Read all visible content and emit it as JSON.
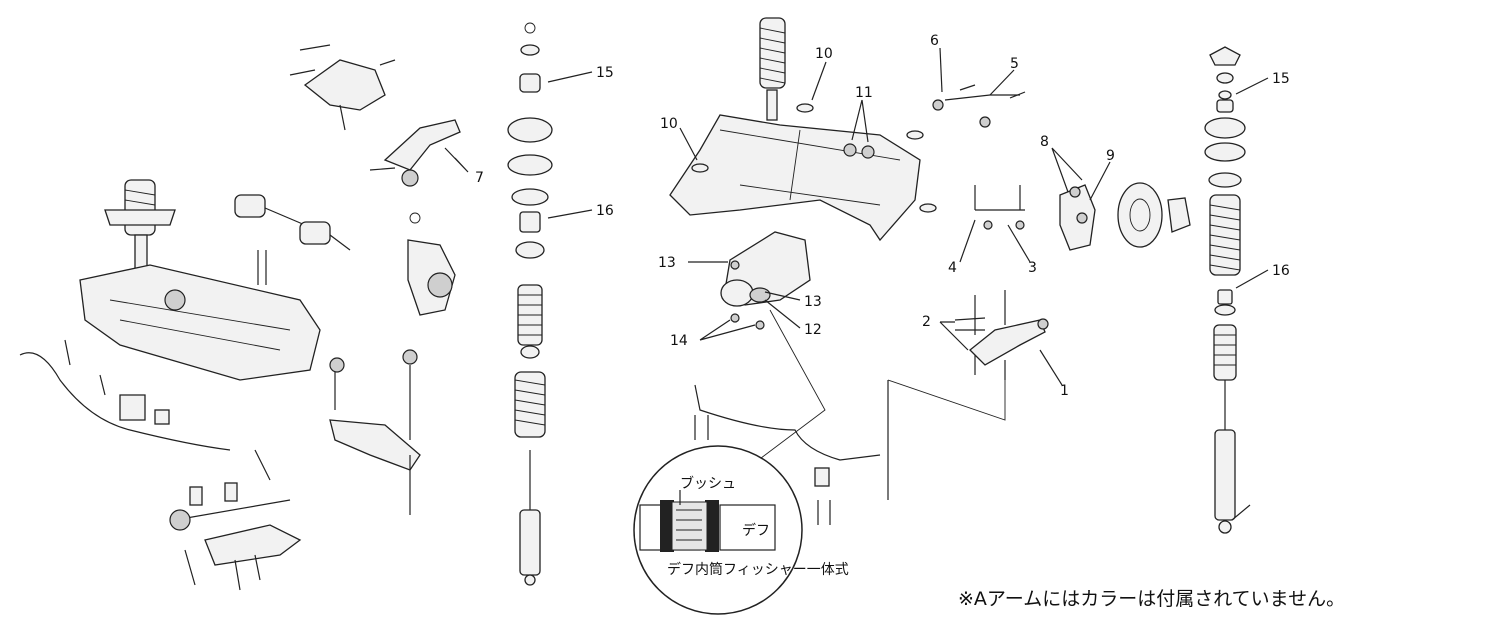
{
  "callouts": [
    {
      "id": "c1",
      "text": "1"
    },
    {
      "id": "c2",
      "text": "2"
    },
    {
      "id": "c3",
      "text": "3"
    },
    {
      "id": "c4",
      "text": "4"
    },
    {
      "id": "c5",
      "text": "5"
    },
    {
      "id": "c6",
      "text": "6"
    },
    {
      "id": "c7",
      "text": "7"
    },
    {
      "id": "c8",
      "text": "8"
    },
    {
      "id": "c9",
      "text": "9"
    },
    {
      "id": "c10a",
      "text": "10"
    },
    {
      "id": "c10b",
      "text": "10"
    },
    {
      "id": "c11",
      "text": "11"
    },
    {
      "id": "c12",
      "text": "12"
    },
    {
      "id": "c13a",
      "text": "13"
    },
    {
      "id": "c13b",
      "text": "13"
    },
    {
      "id": "c14",
      "text": "14"
    },
    {
      "id": "c15a",
      "text": "15"
    },
    {
      "id": "c15b",
      "text": "15"
    },
    {
      "id": "c16a",
      "text": "16"
    },
    {
      "id": "c16b",
      "text": "16"
    }
  ],
  "inset": {
    "bush_label": "ブッシュ",
    "diff_label": "デフ",
    "caption": "デフ内筒フィッシャー一体式"
  },
  "note": "※Aアームにはカラーは付属されていません。"
}
